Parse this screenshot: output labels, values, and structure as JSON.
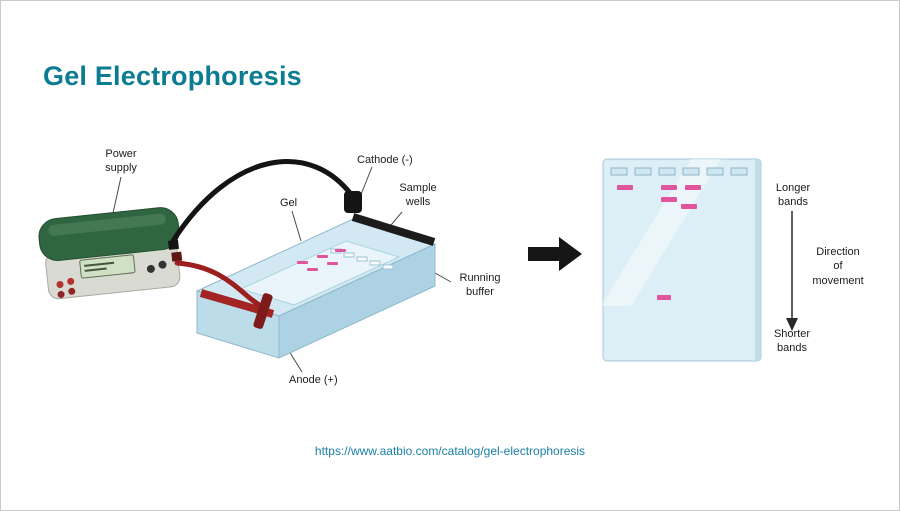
{
  "title": "Gel Electrophoresis",
  "footer": {
    "url_text": "https://www.aatbio.com/catalog/gel-electrophoresis"
  },
  "labels": {
    "power_supply": "Power\nsupply",
    "cathode": "Cathode (-)",
    "gel": "Gel",
    "sample_wells": "Sample\nwells",
    "running_buffer": "Running\nbuffer",
    "anode": "Anode (+)",
    "longer_bands": "Longer\nbands",
    "direction_of_movement": "Direction\nof\nmovement",
    "shorter_bands": "Shorter\nbands"
  },
  "colors": {
    "title_teal": "#0b7c92",
    "link_teal": "#1a7fa6",
    "band_pink": "#e0559b",
    "tank_blue": "#d2e9f3",
    "electrode_black": "#1c1c1c",
    "electrode_red": "#a32424",
    "power_supply_green": "#2f6540"
  }
}
